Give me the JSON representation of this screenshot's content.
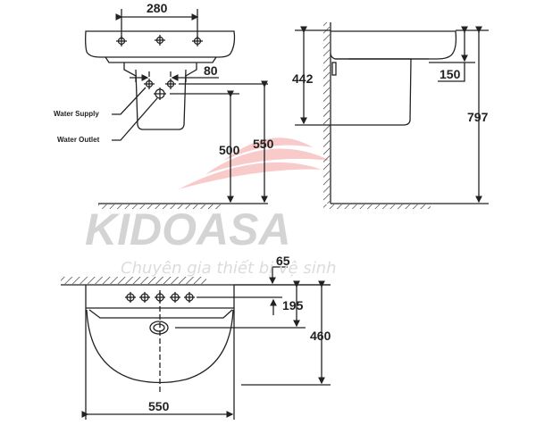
{
  "watermark": {
    "brand": "KIDOASA",
    "tagline": "Chuyên gia thiết bị vệ sinh",
    "accent_color": "#f4a0a0",
    "text_color": "#d4d4d4"
  },
  "front_view": {
    "dimensions": {
      "faucet_spacing": "280",
      "supply_spacing": "80",
      "outlet_height": "500",
      "supply_height": "550"
    },
    "labels": {
      "water_supply": "Water Supply",
      "water_outlet": "Water Outlet"
    }
  },
  "side_view": {
    "dimensions": {
      "pedestal_height": "442",
      "rim_depth": "150",
      "total_height": "797"
    }
  },
  "top_view": {
    "dimensions": {
      "wall_offset": "65",
      "tap_hole_distance": "195",
      "depth": "460",
      "width": "550"
    }
  }
}
